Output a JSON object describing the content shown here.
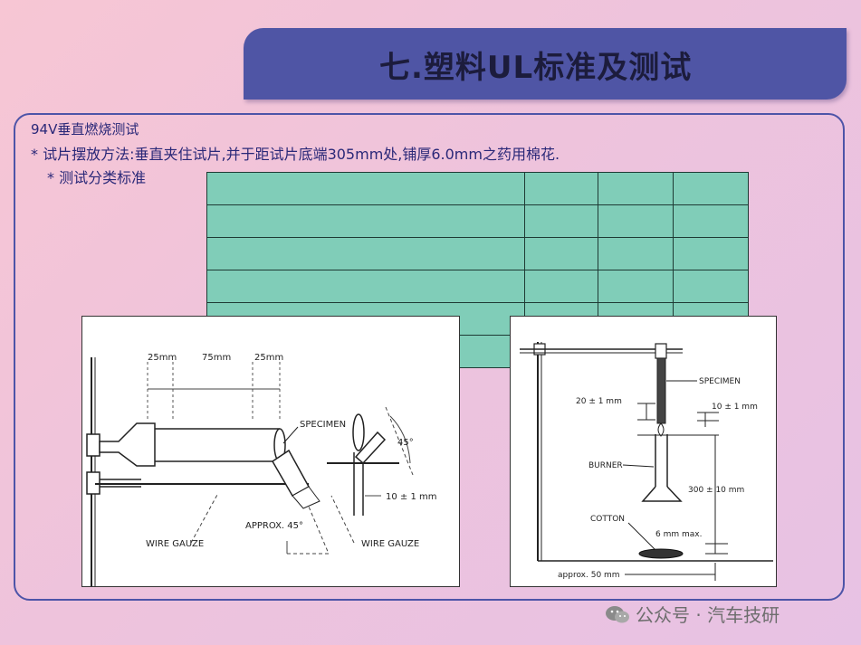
{
  "slide": {
    "title": "七.塑料UL标准及测试",
    "line1": "94V垂直燃烧测试",
    "line2": "* 试片摆放方法:垂直夹住试片,并于距试片底端305mm处,铺厚6.0mm之药用棉花.",
    "line3": "* 测试分类标准"
  },
  "table": {
    "rows": 6,
    "columns": 4,
    "fill_color": "#80cdb8",
    "cells": []
  },
  "figure_left": {
    "dim1": "25mm",
    "dim2": "75mm",
    "dim3": "25mm",
    "specimen": "SPECIMEN",
    "angle_top": "45°",
    "tolerance": "10 ± 1 mm",
    "gauze_left": "WIRE GAUZE",
    "approx": "APPROX. 45°",
    "gauze_right": "WIRE GAUZE"
  },
  "figure_right": {
    "specimen": "SPECIMEN",
    "dim_20": "20 ± 1 mm",
    "dim_10": "10 ± 1 mm",
    "burner": "BURNER",
    "dim_300": "300 ± 10 mm",
    "cotton": "COTTON",
    "cotton_thickness": "6 mm max.",
    "approx_50": "approx. 50 mm"
  },
  "watermark": {
    "text": "公众号 · 汽车技研",
    "icon": "wechat-icon"
  },
  "colors": {
    "title_bar": "#4f55a5",
    "frame_border": "#4d54a8",
    "text": "#2a2878",
    "table_fill": "#80cdb8"
  }
}
